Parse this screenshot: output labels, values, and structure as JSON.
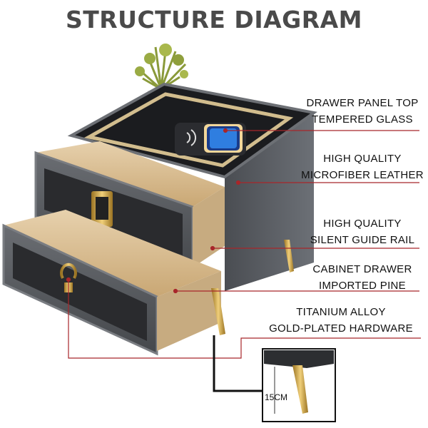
{
  "title": "STRUCTURE DIAGRAM",
  "callouts": [
    {
      "line1": "DRAWER PANEL TOP",
      "line2": "TEMPERED GLASS"
    },
    {
      "line1": "HIGH QUALITY",
      "line2": "MICROFIBER LEATHER"
    },
    {
      "line1": "HIGH QUALITY",
      "line2": "SILENT GUIDE RAIL"
    },
    {
      "line1": "CABINET DRAWER",
      "line2": "IMPORTED PINE"
    },
    {
      "line1": "TITANIUM ALLOY",
      "line2": "GOLD-PLATED HARDWARE"
    }
  ],
  "inset": {
    "dimension_label": "15CM"
  },
  "colors": {
    "accent_line": "#a8262a",
    "cabinet": "#5b5e63",
    "wood": "#d9bf97",
    "gold": "#c79a3c",
    "title": "#4a4a4a"
  }
}
